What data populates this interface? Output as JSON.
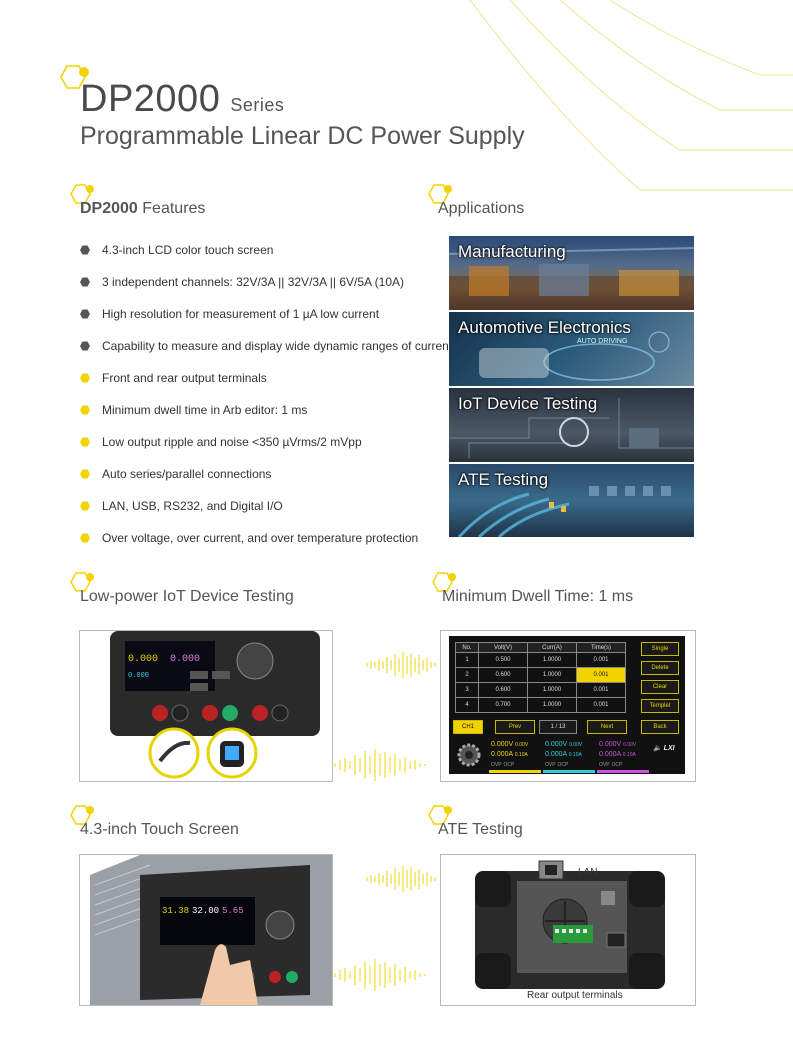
{
  "header": {
    "model": "DP2000",
    "series": "Series",
    "subtitle": "Programmable Linear DC Power Supply"
  },
  "features_section": {
    "title_bold": "DP2000",
    "title_rest": " Features",
    "items": [
      {
        "text": "4.3-inch LCD color touch screen",
        "bullet_color": "#555555"
      },
      {
        "text": "3 independent channels: 32V/3A || 32V/3A || 6V/5A (10A)",
        "bullet_color": "#555555"
      },
      {
        "text": "High resolution for measurement of 1 µA low current",
        "bullet_color": "#555555"
      },
      {
        "text": "Capability to measure and display wide dynamic ranges of current",
        "bullet_color": "#555555"
      },
      {
        "text": "Front and rear output terminals",
        "bullet_color": "#f2d300"
      },
      {
        "text": "Minimum dwell time in Arb editor: 1 ms",
        "bullet_color": "#f2d300"
      },
      {
        "text": "Low output ripple and noise <350 µVrms/2 mVpp",
        "bullet_color": "#f2d300"
      },
      {
        "text": "Auto series/parallel connections",
        "bullet_color": "#f2d300"
      },
      {
        "text": "LAN, USB, RS232,  and Digital I/O",
        "bullet_color": "#f2d300"
      },
      {
        "text": "Over voltage, over current, and over temperature protection",
        "bullet_color": "#f2d300"
      }
    ]
  },
  "applications": {
    "title": "Applications",
    "tiles": [
      "Manufacturing",
      "Automotive Electronics",
      "IoT Device Testing",
      "ATE Testing"
    ],
    "tile_badge": "AUTO DRIVING"
  },
  "panels": {
    "iot": {
      "title": "Low-power IoT Device Testing"
    },
    "dwell": {
      "title": "Minimum Dwell Time: 1 ms",
      "table": {
        "headers": [
          "No.",
          "Volt(V)",
          "Curr(A)",
          "Time(s)"
        ],
        "rows": [
          [
            "1",
            "0.500",
            "1.0000",
            "0.001"
          ],
          [
            "2",
            "0.600",
            "1.0000",
            "0.001"
          ],
          [
            "3",
            "0.600",
            "1.0000",
            "0.001"
          ],
          [
            "4",
            "0.700",
            "1.0000",
            "0.001"
          ]
        ]
      },
      "side_buttons": [
        "Single",
        "Delete",
        "Clear",
        "Templet",
        "Back"
      ],
      "bottom": {
        "channel": "CH1",
        "prev": "Prev",
        "page": "1 / 13",
        "next": "Next"
      },
      "channels": [
        {
          "v": "0.000V",
          "a": "0.000A",
          "set_v": "0.00V",
          "set_a": "0.10A",
          "ovp": "OVP",
          "ocp": "OCP",
          "color": "#f2d300"
        },
        {
          "v": "0.000V",
          "a": "0.000A",
          "set_v": "0.00V",
          "set_a": "0.10A",
          "ovp": "OVP",
          "ocp": "OCP",
          "color": "#33ccdd"
        },
        {
          "v": "0.000V",
          "a": "0.000A",
          "set_v": "0.00V",
          "set_a": "0.10A",
          "ovp": "OVP",
          "ocp": "OCP",
          "color": "#cc55dd"
        }
      ],
      "lxi": "LXI"
    },
    "touch": {
      "title": "4.3-inch Touch Screen"
    },
    "ate": {
      "title": "ATE Testing",
      "lan_label": "LAN",
      "rear_label": "Rear output terminals"
    }
  }
}
